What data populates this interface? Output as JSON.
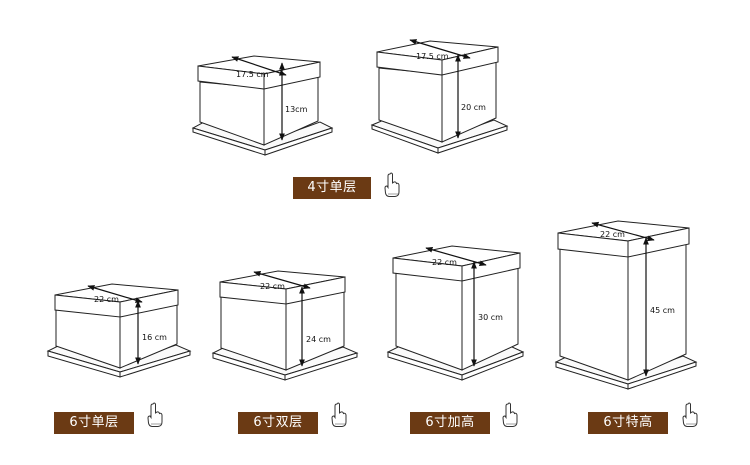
{
  "boxes": [
    {
      "id": "box-4in-standard",
      "width_label": "17.5 cm",
      "height_label": "13cm"
    },
    {
      "id": "box-4in-tall",
      "width_label": "17.5 cm",
      "height_label": "20 cm"
    },
    {
      "id": "box-6in-single",
      "width_label": "22 cm",
      "height_label": "16 cm"
    },
    {
      "id": "box-6in-double",
      "width_label": "22 cm",
      "height_label": "24 cm"
    },
    {
      "id": "box-6in-high",
      "width_label": "22 cm",
      "height_label": "30 cm"
    },
    {
      "id": "box-6in-extra-high",
      "width_label": "22 cm",
      "height_label": "45 cm"
    }
  ],
  "labels": {
    "four_inch_single": "4寸单层",
    "six_inch_single": "6寸单层",
    "six_inch_double": "6寸双层",
    "six_inch_high": "6寸加高",
    "six_inch_extra_high": "6寸特高"
  },
  "colors": {
    "tag_background": "#6b3a14",
    "tag_text": "#ffffff",
    "line": "#222222"
  },
  "icons": {
    "pointer": "hand-pointing-up-icon"
  }
}
